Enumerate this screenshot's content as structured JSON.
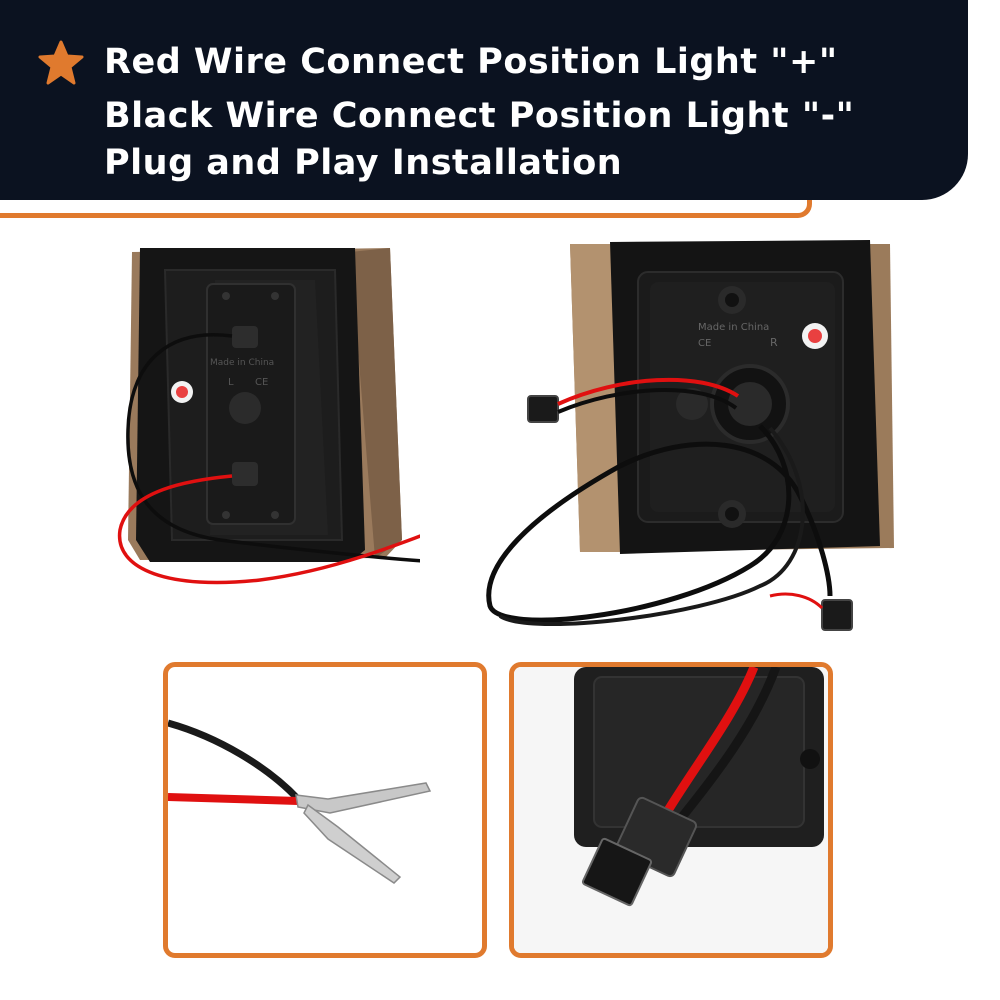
{
  "header": {
    "lines": [
      "Red Wire Connect Position Light \"+\"",
      "Black Wire Connect Position Light \"-\"",
      "Plug and Play Installation"
    ],
    "icon": "star-icon"
  },
  "product_markings": {
    "left_unit_text": "Made in China",
    "left_unit_side": "L",
    "left_unit_cert": "CE",
    "right_unit_text": "Made in China",
    "right_unit_side": "R",
    "right_unit_cert": "CE"
  },
  "colors": {
    "banner": "#0b1220",
    "accent": "#e07a2e",
    "red_wire": "#e01010",
    "black_wire": "#111111"
  }
}
